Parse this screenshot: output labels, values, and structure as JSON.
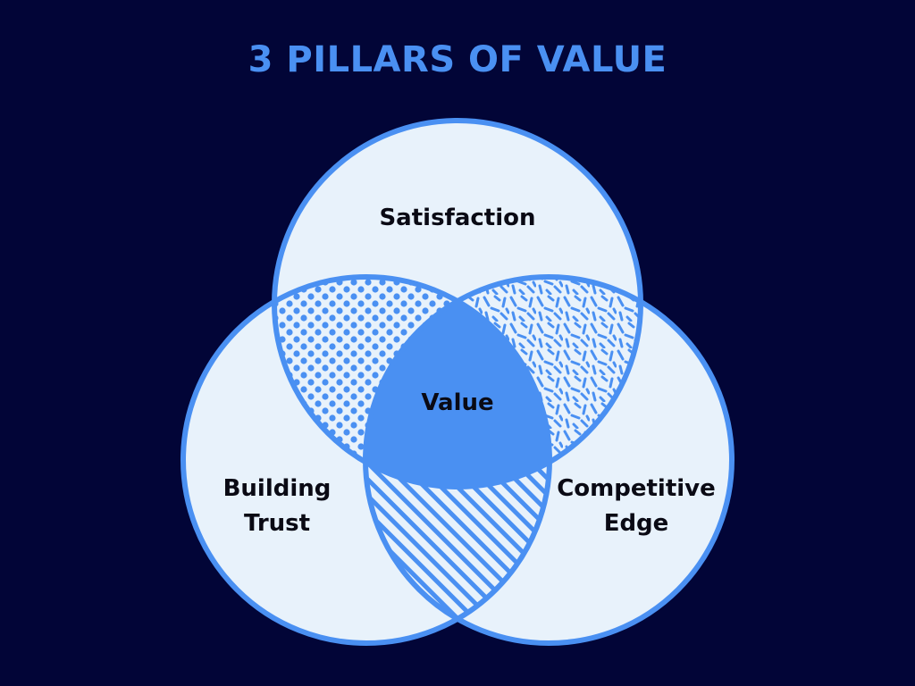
{
  "title": "3 PILLARS OF VALUE",
  "colors": {
    "background": "#020537",
    "accent": "#4a90f2",
    "circle_fill": "#e8f2fb",
    "center_fill": "#4a90f2",
    "text": "#0a0a14"
  },
  "sets": [
    {
      "id": "top",
      "label": "Satisfaction"
    },
    {
      "id": "left",
      "label_lines": [
        "Building",
        "Trust"
      ]
    },
    {
      "id": "right",
      "label_lines": [
        "Competitive",
        "Edge"
      ]
    }
  ],
  "center_label": "Value",
  "overlap_patterns": {
    "top_left": "dots",
    "top_right": "dashes",
    "left_right": "diagonal-stripes",
    "all_three": "solid"
  }
}
